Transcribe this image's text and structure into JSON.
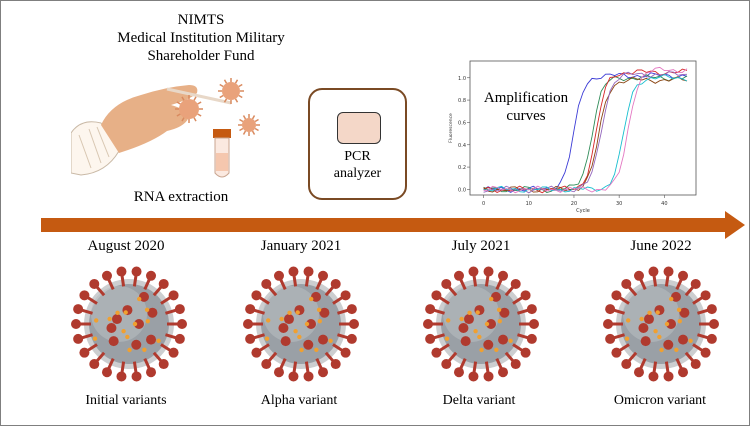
{
  "org_lines": [
    "NIMTS",
    "Medical Institution Military",
    "Shareholder Fund"
  ],
  "rna_label": "RNA extraction",
  "pcr_lines": [
    "PCR",
    "analyzer"
  ],
  "amp_label": "Amplification curves",
  "timeline": [
    {
      "date": "August 2020",
      "variant": "Initial variants"
    },
    {
      "date": "January 2021",
      "variant": "Alpha variant"
    },
    {
      "date": "July 2021",
      "variant": "Delta variant"
    },
    {
      "date": "June 2022",
      "variant": "Omicron variant"
    }
  ],
  "colors": {
    "arrow": "#c55a11",
    "virus_spike": "#b03a2e",
    "virus_body": "#9aa0a6",
    "virus_dot": "#f0a030",
    "pcr_border": "#7a4a24",
    "hand": "#e7b087"
  },
  "chart_data": {
    "type": "line",
    "title": "",
    "xlabel": "Cycle",
    "ylabel": "Fluorescence",
    "xlim": [
      -3,
      47
    ],
    "ylim": [
      -0.05,
      1.15
    ],
    "xticks": [
      0,
      10,
      20,
      30,
      40
    ],
    "yticks": [
      0.0,
      0.2,
      0.4,
      0.6,
      0.8,
      1.0
    ],
    "series": [
      {
        "color": "#3b3bd6",
        "midpoint": 20,
        "plateau": 1.02
      },
      {
        "color": "#2e8b57",
        "midpoint": 24,
        "plateau": 1.0
      },
      {
        "color": "#d62728",
        "midpoint": 25,
        "plateau": 1.05
      },
      {
        "color": "#8b4513",
        "midpoint": 25.5,
        "plateau": 0.98
      },
      {
        "color": "#9467bd",
        "midpoint": 26,
        "plateau": 1.03
      },
      {
        "color": "#17becf",
        "midpoint": 31,
        "plateau": 1.0
      },
      {
        "color": "#e377c2",
        "midpoint": 32,
        "plateau": 1.07
      }
    ]
  }
}
